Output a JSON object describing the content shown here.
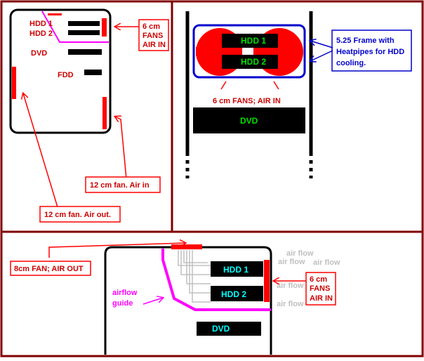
{
  "colors": {
    "frame": "#800000",
    "red": "#ff0000",
    "label_red": "#cc0000",
    "black": "#000000",
    "green": "#00e000",
    "cyan": "#00ffff",
    "blue": "#0000cc",
    "magenta": "#ff00ff",
    "gray": "#c0c0c0",
    "white": "#ffffff"
  },
  "panel_top_left": {
    "hdd1_label": "HDD 1",
    "hdd2_label": "HDD 2",
    "dvd_label": "DVD",
    "fdd_label": "FDD",
    "fans_in_callout": [
      "6 cm",
      "FANS",
      "AIR IN"
    ],
    "fan_12cm_in_callout": "12 cm fan. Air in",
    "fan_12cm_out_callout": "12 cm fan. Air out."
  },
  "panel_top_right": {
    "hdd1_label": "HDD 1",
    "hdd2_label": "HDD 2",
    "frame_callout": [
      "5.25 Frame with",
      "Heatpipes for HDD",
      "cooling."
    ],
    "fans_label": "6 cm FANS; AIR IN",
    "dvd_label": "DVD"
  },
  "panel_bottom": {
    "fan_8cm_callout": "8cm FAN; AIR OUT",
    "hdd1_label": "HDD 1",
    "hdd2_label": "HDD 2",
    "dvd_label": "DVD",
    "airflow_guide_label": [
      "airflow",
      "guide"
    ],
    "airflow_label": "air flow",
    "fans_in_callout": [
      "6 cm",
      "FANS",
      "AIR IN"
    ]
  }
}
